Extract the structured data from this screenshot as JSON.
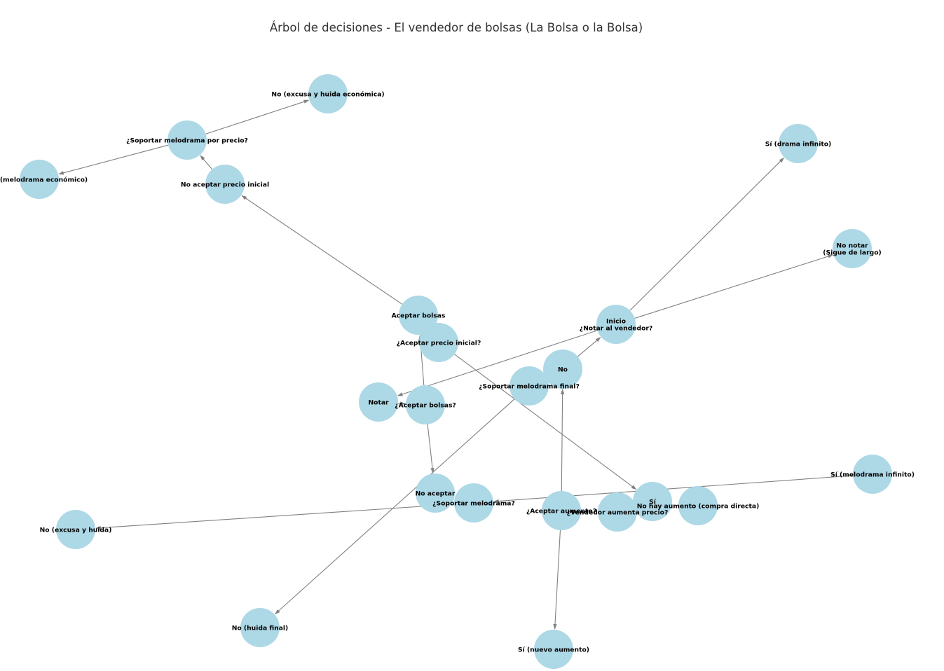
{
  "title": "Árbol de decisiones - El vendedor de bolsas (La Bolsa o la Bolsa)",
  "colors": {
    "node_fill": "#add8e6",
    "edge": "#808080",
    "label": "#000000",
    "title": "#333333"
  },
  "nodes": [
    {
      "id": "inicio",
      "label": "Inicio\n¿Notar al vendedor?"
    },
    {
      "id": "no_notar",
      "label": "No notar\n(Sigue de largo)"
    },
    {
      "id": "notar",
      "label": "Notar"
    },
    {
      "id": "aceptar_bolsas_q",
      "label": "¿Aceptar bolsas?"
    },
    {
      "id": "aceptar_bolsas",
      "label": "Aceptar bolsas"
    },
    {
      "id": "aceptar_precio_q",
      "label": "¿Aceptar precio inicial?"
    },
    {
      "id": "no_aceptar_precio",
      "label": "No aceptar precio inicial"
    },
    {
      "id": "soportar_precio_q",
      "label": "¿Soportar melodrama por precio?"
    },
    {
      "id": "si_melodrama_eco",
      "label": "Sí (melodrama económico)"
    },
    {
      "id": "no_excusa_eco",
      "label": "No (excusa y huida económica)"
    },
    {
      "id": "si_drama",
      "label": "Sí (drama infinito)"
    },
    {
      "id": "no",
      "label": "No"
    },
    {
      "id": "soportar_final_q",
      "label": "¿Soportar melodrama final?"
    },
    {
      "id": "no_huida_final",
      "label": "No (huida final)"
    },
    {
      "id": "no_aceptar",
      "label": "No aceptar"
    },
    {
      "id": "soportar_q",
      "label": "¿Soportar melodrama?"
    },
    {
      "id": "no_excusa",
      "label": "No (excusa y huida)"
    },
    {
      "id": "si_melodrama_inf",
      "label": "Sí (melodrama infinito)"
    },
    {
      "id": "si",
      "label": "Sí"
    },
    {
      "id": "aceptar_aumento_q",
      "label": "¿Aceptar aumento?"
    },
    {
      "id": "si_nuevo",
      "label": "Sí (nuevo aumento)"
    },
    {
      "id": "vendedor_aumenta_q",
      "label": "¿Vendedor aumenta precio?"
    },
    {
      "id": "no_aumento",
      "label": "No hay aumento (compra directa)"
    }
  ],
  "edges": [
    {
      "from": "inicio",
      "to": "no_notar"
    },
    {
      "from": "inicio",
      "to": "si_drama"
    },
    {
      "from": "inicio",
      "to": "notar"
    },
    {
      "from": "notar",
      "to": "aceptar_bolsas_q"
    },
    {
      "from": "aceptar_bolsas_q",
      "to": "aceptar_bolsas"
    },
    {
      "from": "aceptar_bolsas_q",
      "to": "no_aceptar"
    },
    {
      "from": "aceptar_bolsas",
      "to": "no_aceptar_precio"
    },
    {
      "from": "no_aceptar_precio",
      "to": "soportar_precio_q"
    },
    {
      "from": "soportar_precio_q",
      "to": "si_melodrama_eco"
    },
    {
      "from": "soportar_precio_q",
      "to": "no_excusa_eco"
    },
    {
      "from": "aceptar_precio_q",
      "to": "si"
    },
    {
      "from": "soportar_final_q",
      "to": "no_huida_final"
    },
    {
      "from": "aceptar_aumento_q",
      "to": "no"
    },
    {
      "from": "aceptar_aumento_q",
      "to": "si_nuevo"
    },
    {
      "from": "no",
      "to": "inicio"
    },
    {
      "from": "si_melodrama_inf",
      "to": "soportar_q"
    },
    {
      "from": "soportar_q",
      "to": "no_excusa"
    }
  ]
}
